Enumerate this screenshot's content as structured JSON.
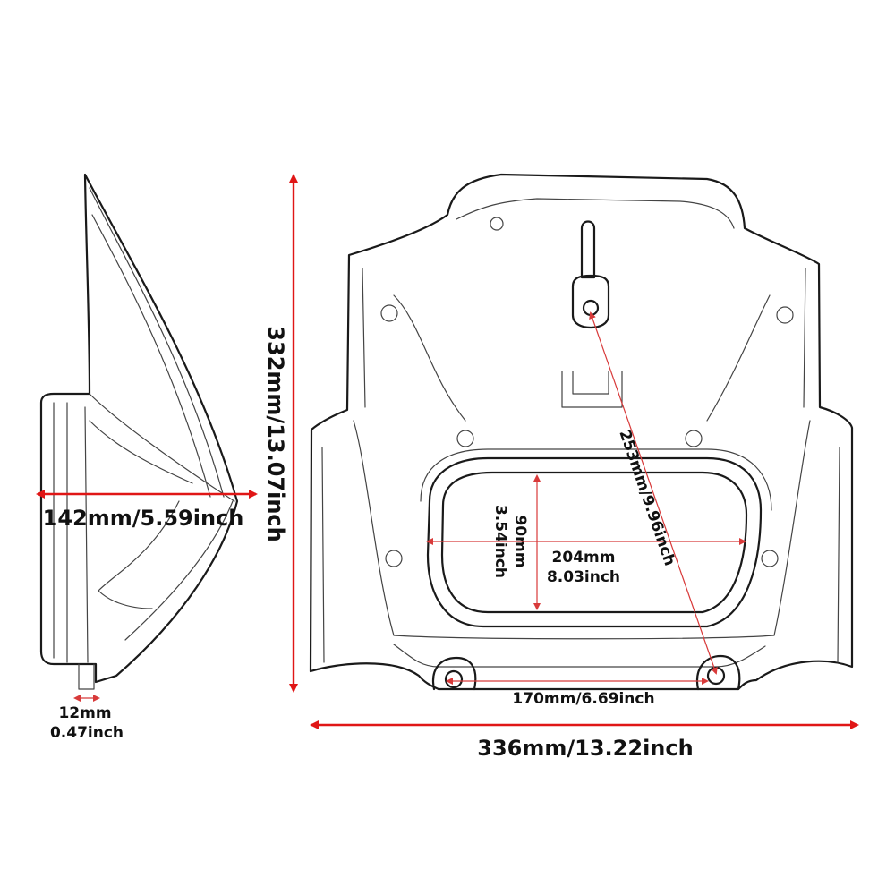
{
  "dimensions": {
    "side_width": "142mm/5.59inch",
    "side_tab_mm": "12mm",
    "side_tab_inch": "0.47inch",
    "height": "332mm/13.07inch",
    "width": "336mm/13.22inch",
    "opening_height_mm": "90mm",
    "opening_height_inch": "3.54inch",
    "opening_width_mm": "204mm",
    "opening_width_inch": "8.03inch",
    "diagonal": "253mm/9.96inch",
    "mount_spacing": "170mm/6.69inch"
  },
  "colors": {
    "dimension_line": "#e01616",
    "outline": "#1a1a1a",
    "label_text": "#111111"
  }
}
